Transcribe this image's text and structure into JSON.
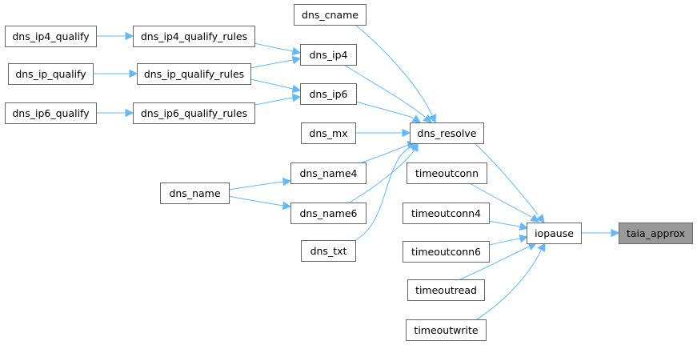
{
  "graph": {
    "title": "",
    "edge_color": "#63b8ff",
    "border_color": "#666666",
    "focus_fill": "#999999",
    "nodes": [
      {
        "id": "taia_approx",
        "label": "taia_approx",
        "focus": true
      },
      {
        "id": "iopause",
        "label": "iopause",
        "focus": false
      },
      {
        "id": "dns_resolve",
        "label": "dns_resolve",
        "focus": false
      },
      {
        "id": "timeoutconn",
        "label": "timeoutconn",
        "focus": false
      },
      {
        "id": "timeoutconn4",
        "label": "timeoutconn4",
        "focus": false
      },
      {
        "id": "timeoutconn6",
        "label": "timeoutconn6",
        "focus": false
      },
      {
        "id": "timeoutread",
        "label": "timeoutread",
        "focus": false
      },
      {
        "id": "timeoutwrite",
        "label": "timeoutwrite",
        "focus": false
      },
      {
        "id": "dns_cname",
        "label": "dns_cname",
        "focus": false
      },
      {
        "id": "dns_ip4",
        "label": "dns_ip4",
        "focus": false
      },
      {
        "id": "dns_ip6",
        "label": "dns_ip6",
        "focus": false
      },
      {
        "id": "dns_mx",
        "label": "dns_mx",
        "focus": false
      },
      {
        "id": "dns_name4",
        "label": "dns_name4",
        "focus": false
      },
      {
        "id": "dns_name6",
        "label": "dns_name6",
        "focus": false
      },
      {
        "id": "dns_txt",
        "label": "dns_txt",
        "focus": false
      },
      {
        "id": "dns_ip4_qualify_rules",
        "label": "dns_ip4_qualify_rules",
        "focus": false
      },
      {
        "id": "dns_ip_qualify_rules",
        "label": "dns_ip_qualify_rules",
        "focus": false
      },
      {
        "id": "dns_ip6_qualify_rules",
        "label": "dns_ip6_qualify_rules",
        "focus": false
      },
      {
        "id": "dns_name",
        "label": "dns_name",
        "focus": false
      },
      {
        "id": "dns_ip4_qualify",
        "label": "dns_ip4_qualify",
        "focus": false
      },
      {
        "id": "dns_ip_qualify",
        "label": "dns_ip_qualify",
        "focus": false
      },
      {
        "id": "dns_ip6_qualify",
        "label": "dns_ip6_qualify",
        "focus": false
      }
    ],
    "edges": [
      {
        "from": "iopause",
        "to": "taia_approx"
      },
      {
        "from": "dns_resolve",
        "to": "iopause"
      },
      {
        "from": "timeoutconn",
        "to": "iopause"
      },
      {
        "from": "timeoutconn4",
        "to": "iopause"
      },
      {
        "from": "timeoutconn6",
        "to": "iopause"
      },
      {
        "from": "timeoutread",
        "to": "iopause"
      },
      {
        "from": "timeoutwrite",
        "to": "iopause"
      },
      {
        "from": "dns_cname",
        "to": "dns_resolve"
      },
      {
        "from": "dns_ip4",
        "to": "dns_resolve"
      },
      {
        "from": "dns_ip6",
        "to": "dns_resolve"
      },
      {
        "from": "dns_mx",
        "to": "dns_resolve"
      },
      {
        "from": "dns_name4",
        "to": "dns_resolve"
      },
      {
        "from": "dns_name6",
        "to": "dns_resolve"
      },
      {
        "from": "dns_txt",
        "to": "dns_resolve"
      },
      {
        "from": "dns_ip4_qualify_rules",
        "to": "dns_ip4"
      },
      {
        "from": "dns_ip_qualify_rules",
        "to": "dns_ip4"
      },
      {
        "from": "dns_ip_qualify_rules",
        "to": "dns_ip6"
      },
      {
        "from": "dns_ip6_qualify_rules",
        "to": "dns_ip6"
      },
      {
        "from": "dns_name",
        "to": "dns_name4"
      },
      {
        "from": "dns_name",
        "to": "dns_name6"
      },
      {
        "from": "dns_ip4_qualify",
        "to": "dns_ip4_qualify_rules"
      },
      {
        "from": "dns_ip_qualify",
        "to": "dns_ip_qualify_rules"
      },
      {
        "from": "dns_ip6_qualify",
        "to": "dns_ip6_qualify_rules"
      }
    ]
  }
}
